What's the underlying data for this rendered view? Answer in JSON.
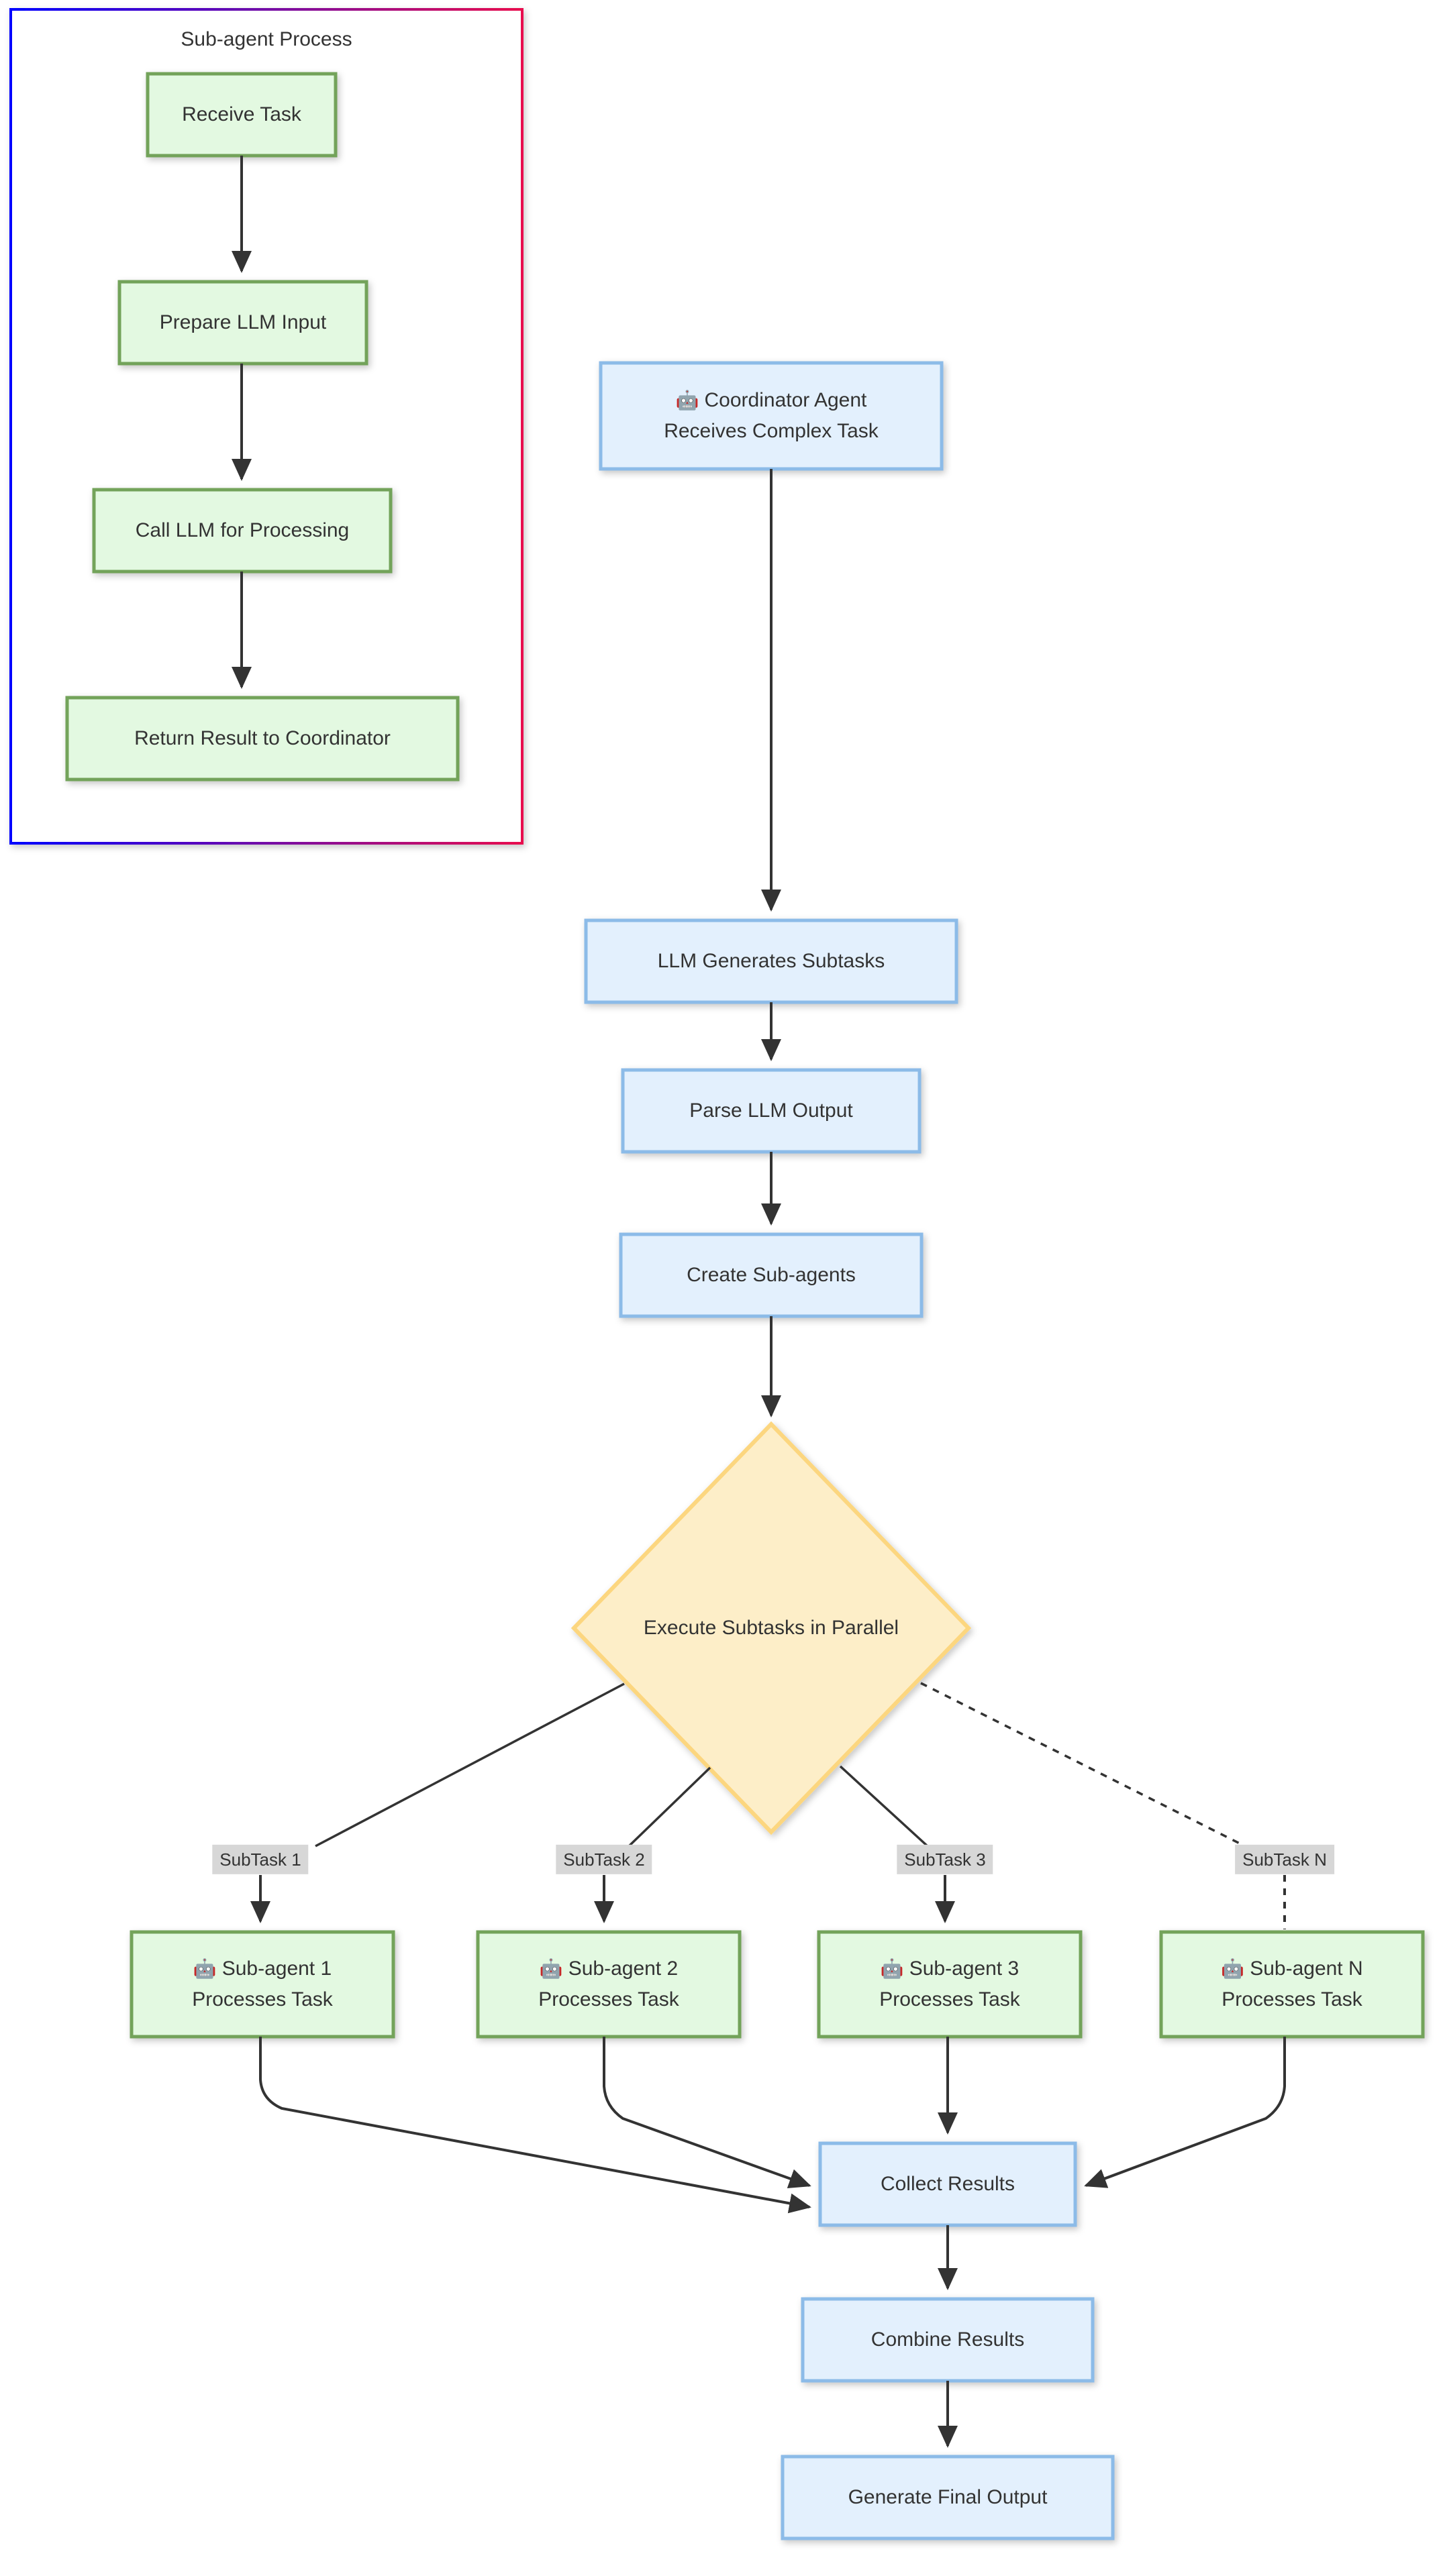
{
  "diagram": {
    "type": "flowchart",
    "direction": "top-down",
    "background": "#ffffff",
    "cluster": {
      "title": "Sub-agent Process",
      "border_gradient_from": "#0000ff",
      "border_gradient_to": "#e8104e",
      "fill": "#ffffff"
    },
    "palette": {
      "coordinator_fill": "#e3f0fd",
      "coordinator_stroke": "#8cbbe8",
      "agent_fill": "#e3f9e1",
      "agent_stroke": "#73a35a",
      "decision_fill": "#fdeec8",
      "decision_stroke": "#fcd67f",
      "edge_stroke": "#333333",
      "edge_label_fill": "#d7d7d7",
      "text": "#333333"
    },
    "icons": {
      "robot": "🤖"
    },
    "nodes": [
      {
        "id": "receive-task",
        "label": "Receive Task",
        "shape": "rect",
        "style": "agent",
        "group": "sub-agent-process"
      },
      {
        "id": "prepare-llm-input",
        "label": "Prepare LLM Input",
        "shape": "rect",
        "style": "agent",
        "group": "sub-agent-process"
      },
      {
        "id": "call-llm",
        "label": "Call LLM for Processing",
        "shape": "rect",
        "style": "agent",
        "group": "sub-agent-process"
      },
      {
        "id": "return-result",
        "label": "Return Result to Coordinator",
        "shape": "rect",
        "style": "agent",
        "group": "sub-agent-process"
      },
      {
        "id": "coordinator-agent",
        "label_line1": "Coordinator Agent",
        "label_line2": "Receives Complex Task",
        "icon": "robot",
        "shape": "rect",
        "style": "coordinator"
      },
      {
        "id": "llm-generates",
        "label": "LLM Generates Subtasks",
        "shape": "rect",
        "style": "coordinator"
      },
      {
        "id": "parse-llm-output",
        "label": "Parse LLM Output",
        "shape": "rect",
        "style": "coordinator"
      },
      {
        "id": "create-sub-agents",
        "label": "Create Sub-agents",
        "shape": "rect",
        "style": "coordinator"
      },
      {
        "id": "execute-parallel",
        "label": "Execute Subtasks in Parallel",
        "shape": "diamond",
        "style": "decision"
      },
      {
        "id": "sub-agent-1",
        "label_line1": "Sub-agent 1",
        "label_line2": "Processes Task",
        "icon": "robot",
        "shape": "rect",
        "style": "agent"
      },
      {
        "id": "sub-agent-2",
        "label_line1": "Sub-agent 2",
        "label_line2": "Processes Task",
        "icon": "robot",
        "shape": "rect",
        "style": "agent"
      },
      {
        "id": "sub-agent-3",
        "label_line1": "Sub-agent 3",
        "label_line2": "Processes Task",
        "icon": "robot",
        "shape": "rect",
        "style": "agent"
      },
      {
        "id": "sub-agent-n",
        "label_line1": "Sub-agent N",
        "label_line2": "Processes Task",
        "icon": "robot",
        "shape": "rect",
        "style": "agent"
      },
      {
        "id": "collect-results",
        "label": "Collect Results",
        "shape": "rect",
        "style": "coordinator"
      },
      {
        "id": "combine-results",
        "label": "Combine Results",
        "shape": "rect",
        "style": "coordinator"
      },
      {
        "id": "generate-final",
        "label": "Generate Final Output",
        "shape": "rect",
        "style": "coordinator"
      }
    ],
    "edges": [
      {
        "from": "receive-task",
        "to": "prepare-llm-input",
        "style": "solid"
      },
      {
        "from": "prepare-llm-input",
        "to": "call-llm",
        "style": "solid"
      },
      {
        "from": "call-llm",
        "to": "return-result",
        "style": "solid"
      },
      {
        "from": "coordinator-agent",
        "to": "llm-generates",
        "style": "solid"
      },
      {
        "from": "llm-generates",
        "to": "parse-llm-output",
        "style": "solid"
      },
      {
        "from": "parse-llm-output",
        "to": "create-sub-agents",
        "style": "solid"
      },
      {
        "from": "create-sub-agents",
        "to": "execute-parallel",
        "style": "solid"
      },
      {
        "from": "execute-parallel",
        "to": "sub-agent-1",
        "label": "SubTask 1",
        "style": "solid"
      },
      {
        "from": "execute-parallel",
        "to": "sub-agent-2",
        "label": "SubTask 2",
        "style": "solid"
      },
      {
        "from": "execute-parallel",
        "to": "sub-agent-3",
        "label": "SubTask 3",
        "style": "solid"
      },
      {
        "from": "execute-parallel",
        "to": "sub-agent-n",
        "label": "SubTask N",
        "style": "dotted"
      },
      {
        "from": "sub-agent-1",
        "to": "collect-results",
        "style": "solid"
      },
      {
        "from": "sub-agent-2",
        "to": "collect-results",
        "style": "solid"
      },
      {
        "from": "sub-agent-3",
        "to": "collect-results",
        "style": "solid"
      },
      {
        "from": "sub-agent-n",
        "to": "collect-results",
        "style": "solid"
      },
      {
        "from": "collect-results",
        "to": "combine-results",
        "style": "solid"
      },
      {
        "from": "combine-results",
        "to": "generate-final",
        "style": "solid"
      }
    ],
    "edge_labels": {
      "subtask_1": "SubTask 1",
      "subtask_2": "SubTask 2",
      "subtask_3": "SubTask 3",
      "subtask_n": "SubTask N"
    }
  }
}
